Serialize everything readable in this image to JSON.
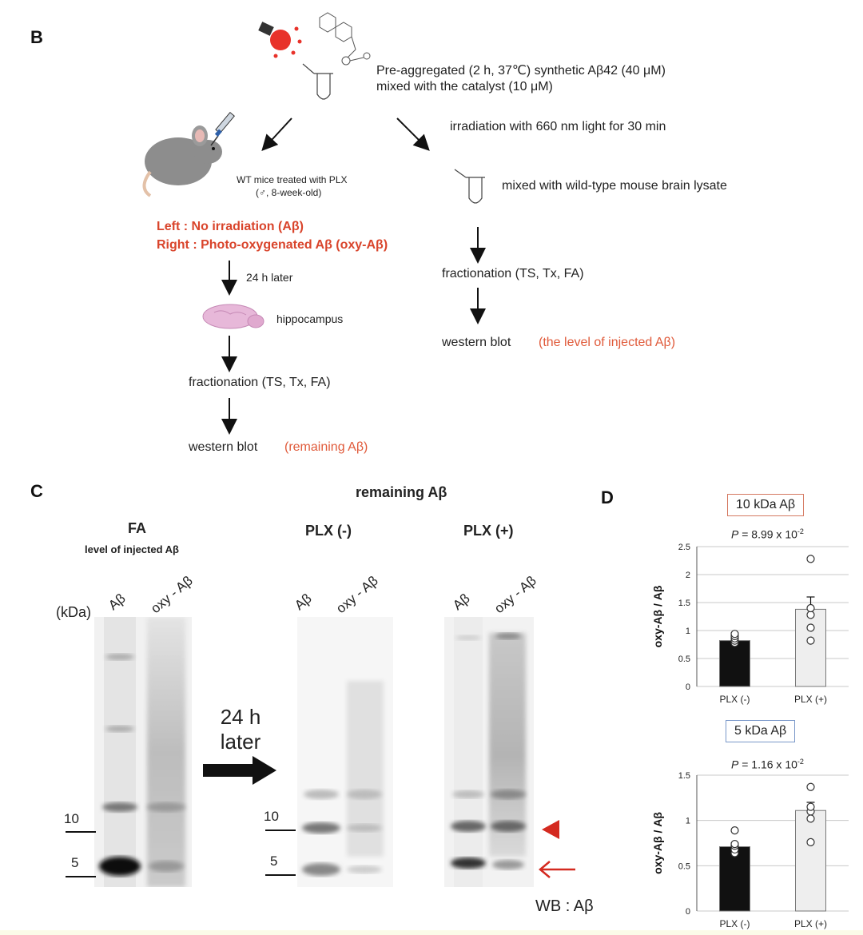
{
  "panels": {
    "b": "B",
    "c": "C",
    "d": "D"
  },
  "panel_b": {
    "mix_line1": "Pre-aggregated (2 h, 37℃) synthetic Aβ42 (40 μM)",
    "mix_line2": "mixed with the catalyst (10 μM)",
    "irradiation": "irradiation with 660 nm light for 30 min",
    "mouse_line1": "WT mice treated with PLX",
    "mouse_line2": "(♂, 8-week-old)",
    "left_label": "Left : No irradiation (Aβ)",
    "right_label": "Right : Photo-oxygenated Aβ (oxy-Aβ)",
    "later": "24 h later",
    "hippocampus": "hippocampus",
    "fractionation": "fractionation (TS, Tx, FA)",
    "western_blot": "western blot",
    "remaining": "(remaining Aβ)",
    "lysate": "mixed with wild-type mouse brain lysate",
    "fractionation_right": "fractionation (TS, Tx, FA)",
    "western_blot_right": "western blot",
    "injected_level": "(the level of injected Aβ)"
  },
  "panel_c": {
    "remaining_title": "remaining Aβ",
    "fa_title": "FA",
    "fa_subtitle": "level of injected Aβ",
    "plx_minus": "PLX (-)",
    "plx_plus": "PLX (+)",
    "kda": "(kDa)",
    "lane_ab": "Aβ",
    "lane_oxy": "oxy - Aβ",
    "marker_10": "10",
    "marker_5": "5",
    "arrow_line1": "24 h",
    "arrow_line2": "later",
    "wb": "WB : Aβ",
    "colors": {
      "arrowhead": "#d42a20"
    }
  },
  "chart_data": [
    {
      "type": "bar",
      "title": "10 kDa Aβ",
      "subtitle_p": "P",
      "subtitle_value": " = 8.99 x 10",
      "subtitle_exp": "-2",
      "categories": [
        "PLX (-)",
        "PLX (+)"
      ],
      "values": [
        0.82,
        1.38
      ],
      "errors": [
        0.05,
        0.22
      ],
      "points": [
        [
          0.78,
          0.82,
          0.86,
          0.9,
          0.94
        ],
        [
          0.82,
          1.05,
          1.28,
          1.4,
          2.28
        ]
      ],
      "ylabel": "oxy-Aβ / Aβ",
      "ylim": [
        0,
        2.5
      ],
      "yticks": [
        "0",
        "0.5",
        "1",
        "1.5",
        "2",
        "2.5"
      ],
      "tickvals": [
        0,
        0.5,
        1,
        1.5,
        2,
        2.5
      ],
      "bar_colors": [
        "#111111",
        "#eeeeee"
      ],
      "title_border": "#d57a62",
      "grid": true
    },
    {
      "type": "bar",
      "title": "5 kDa Aβ",
      "subtitle_p": "P",
      "subtitle_value": " = 1.16 x 10",
      "subtitle_exp": "-2",
      "categories": [
        "PLX (-)",
        "PLX (+)"
      ],
      "values": [
        0.71,
        1.11
      ],
      "errors": [
        0.04,
        0.09
      ],
      "points": [
        [
          0.64,
          0.68,
          0.72,
          0.74,
          0.89
        ],
        [
          0.76,
          1.02,
          1.1,
          1.15,
          1.37
        ]
      ],
      "ylabel": "oxy-Aβ / Aβ",
      "ylim": [
        0,
        1.5
      ],
      "yticks": [
        "0",
        "0.5",
        "1",
        "1.5"
      ],
      "tickvals": [
        0,
        0.5,
        1,
        1.5
      ],
      "bar_colors": [
        "#111111",
        "#eeeeee"
      ],
      "title_border": "#7a98c9",
      "grid": true
    }
  ]
}
